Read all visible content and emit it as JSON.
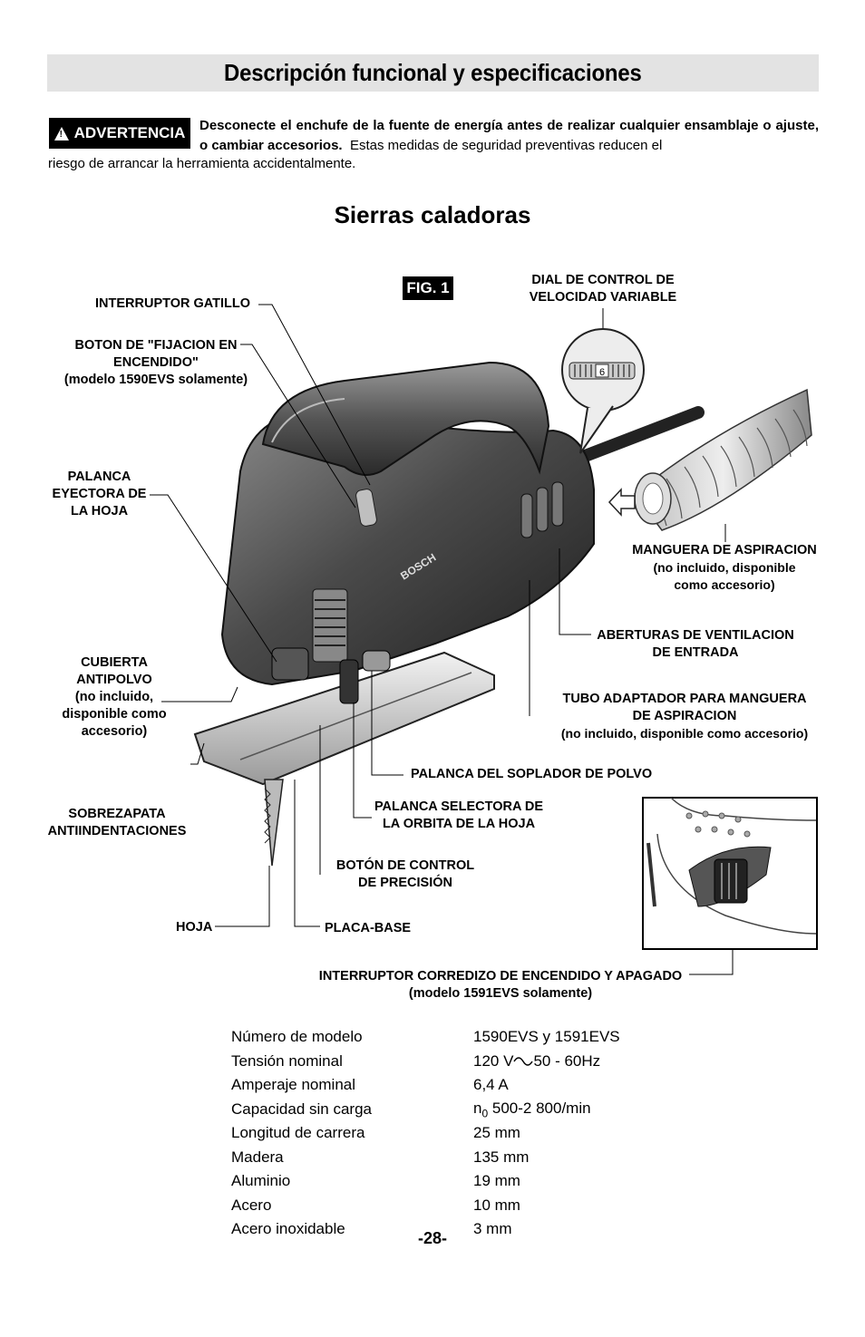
{
  "header": {
    "title": "Descripción funcional y especificaciones"
  },
  "warning": {
    "badge": "ADVERTENCIA",
    "bold": "Desconecte el enchufe de la fuente de energía antes de realizar cualquier ensamblaje o ajuste, o cambiar accesorios.",
    "normal_1": "Estas medidas de seguridad preventivas reducen el",
    "normal_2": "riesgo de arrancar la herramienta accidentalmente."
  },
  "section_title": "Sierras caladoras",
  "figure": {
    "label": "FIG. 1",
    "brand_on_tool": "BOSCH",
    "dial_value": "6",
    "callouts": {
      "interruptor_gatillo": "INTERRUPTOR GATILLO",
      "boton_fijacion_1": "BOTON DE \"FIJACION EN",
      "boton_fijacion_2": "ENCENDIDO\"",
      "boton_fijacion_3": "(modelo 1590EVS solamente)",
      "palanca_eyectora_1": "PALANCA",
      "palanca_eyectora_2": "EYECTORA DE",
      "palanca_eyectora_3": "LA HOJA",
      "cubierta_1": "CUBIERTA",
      "cubierta_2": "ANTIPOLVO",
      "cubierta_3": "(no incluido,",
      "cubierta_4": "disponible  como",
      "cubierta_5": "accesorio)",
      "sobrezapata_1": "SOBREZAPATA",
      "sobrezapata_2": "ANTIINDENTACIONES",
      "hoja": "HOJA",
      "placa_base": "PLACA-BASE",
      "boton_precision_1": "BOTÓN DE CONTROL",
      "boton_precision_2": "DE PRECISIÓN",
      "palanca_orbita_1": "PALANCA SELECTORA DE",
      "palanca_orbita_2": "LA ORBITA DE LA HOJA",
      "palanca_soplador": "PALANCA DEL SOPLADOR DE POLVO",
      "dial_1": "DIAL DE CONTROL DE",
      "dial_2": "VELOCIDAD VARIABLE",
      "manguera_1": "MANGUERA DE ASPIRACION",
      "manguera_2": "(no incluido, disponible",
      "manguera_3": "como accesorio)",
      "aberturas_1": "ABERTURAS DE VENTILACION",
      "aberturas_2": "DE ENTRADA",
      "tubo_1": "TUBO ADAPTADOR PARA MANGUERA",
      "tubo_2": "DE ASPIRACION",
      "tubo_3": "(no incluido, disponible  como accesorio)",
      "interruptor_corredizo_1": "INTERRUPTOR CORREDIZO DE ENCENDIDO Y APAGADO",
      "interruptor_corredizo_2": "(modelo 1591EVS solamente)"
    }
  },
  "specs": [
    {
      "label": "Número de modelo",
      "value": "1590EVS y 1591EVS"
    },
    {
      "label": "Tensión nominal",
      "value_pre": "120 V",
      "value_post": "50 - 60Hz"
    },
    {
      "label": "Amperaje nominal",
      "value": "6,4 A"
    },
    {
      "label": "Capacidad sin carga",
      "value_pre": "n",
      "value_sub": "0",
      "value_post": "500-2 800/min"
    },
    {
      "label": "Longitud de carrera",
      "value": "25 mm"
    },
    {
      "label": "Madera",
      "value": "135 mm"
    },
    {
      "label": "Aluminio",
      "value": "19 mm"
    },
    {
      "label": "Acero",
      "value": "10 mm"
    },
    {
      "label": "Acero inoxidable",
      "value": "3 mm"
    }
  ],
  "page_number": "-28-"
}
